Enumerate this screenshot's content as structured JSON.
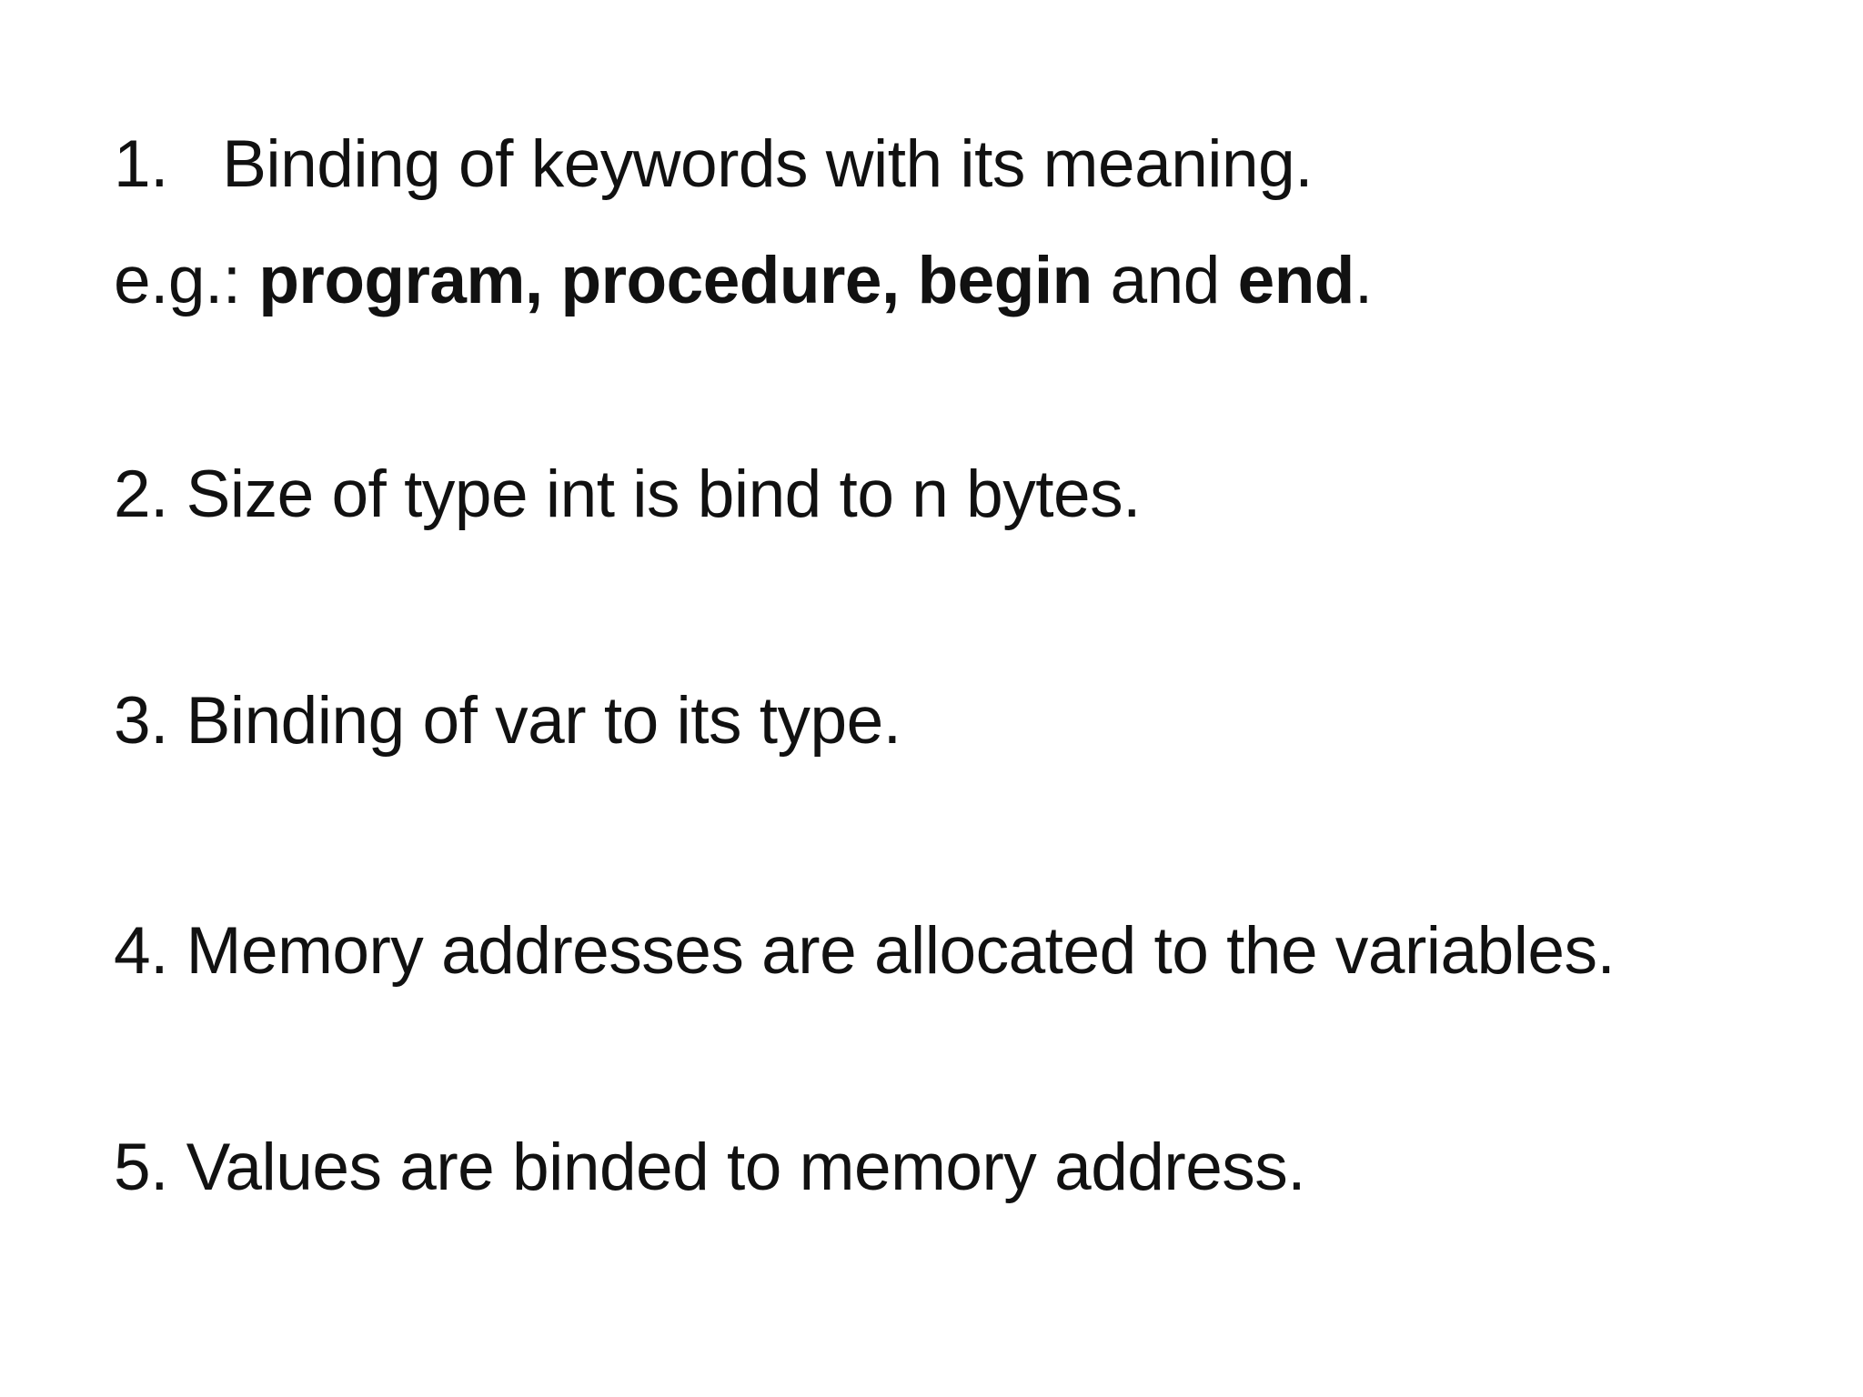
{
  "slide": {
    "background_color": "#ffffff",
    "text_color": "#111111",
    "list": {
      "item1_line1": "1.   Binding of keywords with its meaning.",
      "item1_line2_segments": [
        {
          "text": "e.g.: ",
          "bold": false
        },
        {
          "text": "program,",
          "bold": true
        },
        {
          "text": " ",
          "bold": false
        },
        {
          "text": "procedure,",
          "bold": true
        },
        {
          "text": " ",
          "bold": false
        },
        {
          "text": "begin",
          "bold": true
        },
        {
          "text": " and ",
          "bold": false
        },
        {
          "text": "end",
          "bold": true
        },
        {
          "text": ".",
          "bold": false
        }
      ],
      "item2": "2. Size of type int is bind to n bytes.",
      "item3": "3. Binding of var to its type.",
      "item4": "4. Memory addresses are allocated to the variables.",
      "item5": "5. Values are binded to memory address."
    }
  }
}
